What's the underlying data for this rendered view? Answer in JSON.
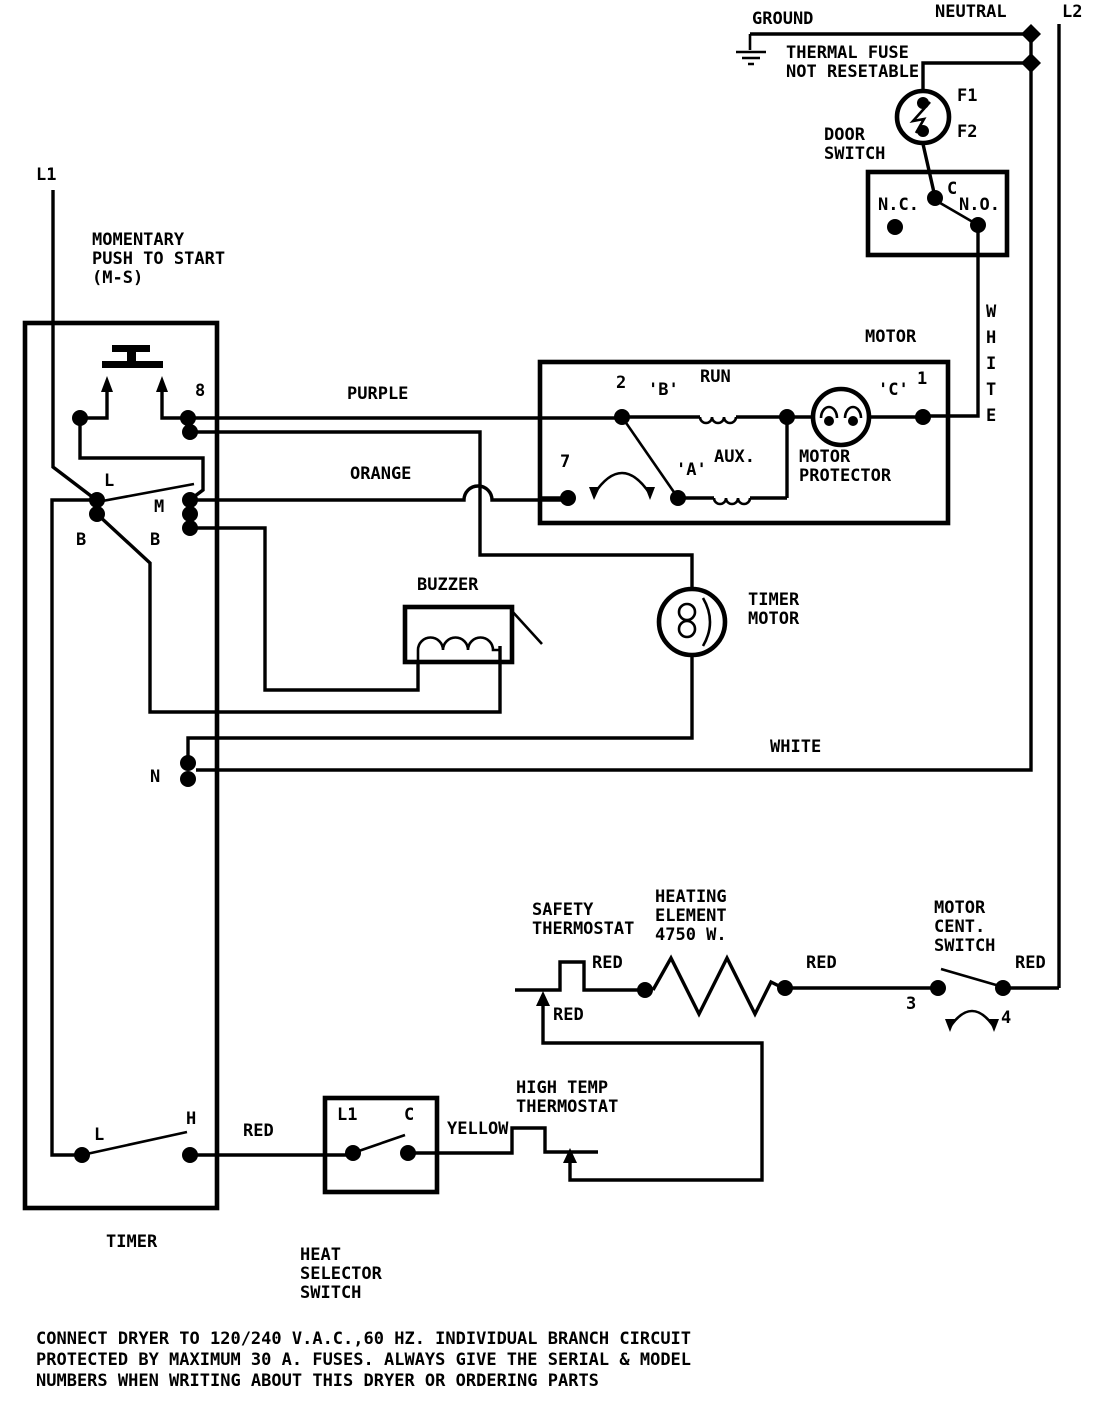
{
  "diagram": {
    "power": {
      "l1": "L1",
      "l2": "L2",
      "ground": "GROUND",
      "neutral": "NEUTRAL"
    },
    "thermal_fuse": {
      "title": "THERMAL FUSE\nNOT RESETABLE",
      "f1": "F1",
      "f2": "F2"
    },
    "door_switch": {
      "title": "DOOR\nSWITCH",
      "nc": "N.C.",
      "c": "C",
      "no": "N.O."
    },
    "motor": {
      "title": "MOTOR",
      "protector": "MOTOR\nPROTECTOR",
      "terminal_1": "1",
      "terminal_2": "2",
      "terminal_7": "7",
      "winding_a": "'A'",
      "winding_b": "'B'",
      "winding_c": "'C'",
      "run": "RUN",
      "aux": "AUX."
    },
    "start_switch": {
      "title": "MOMENTARY\nPUSH TO START\n(M-S)",
      "terminal_8": "8",
      "terminal_l": "L",
      "terminal_m": "M",
      "terminal_b_left": "B",
      "terminal_b_right": "B",
      "terminal_n": "N"
    },
    "buzzer": {
      "title": "BUZZER"
    },
    "timer_motor": {
      "title": "TIMER\nMOTOR"
    },
    "timer": {
      "title": "TIMER",
      "terminal_l": "L",
      "terminal_h": "H"
    },
    "heat_selector": {
      "title": "HEAT\nSELECTOR\nSWITCH",
      "terminal_l1": "L1",
      "terminal_c": "C"
    },
    "high_temp_thermostat": {
      "title": "HIGH TEMP\nTHERMOSTAT"
    },
    "safety_thermostat": {
      "title": "SAFETY\nTHERMOSTAT"
    },
    "heating_element": {
      "title": "HEATING\nELEMENT\n4750 W."
    },
    "motor_cent_switch": {
      "title": "MOTOR\nCENT.\nSWITCH",
      "terminal_3": "3",
      "terminal_4": "4"
    },
    "wires": {
      "purple": "PURPLE",
      "orange": "ORANGE",
      "white": "WHITE",
      "white_vertical": "W\nH\nI\nT\nE",
      "yellow": "YELLOW",
      "red_timer": "RED",
      "red_safety": "RED",
      "red_jumper": "RED",
      "red_element": "RED",
      "red_l2": "RED"
    },
    "note": "CONNECT DRYER TO 120/240 V.A.C.,60 HZ. INDIVIDUAL BRANCH CIRCUIT\nPROTECTED BY MAXIMUM 30 A. FUSES. ALWAYS GIVE THE SERIAL & MODEL\nNUMBERS WHEN WRITING ABOUT THIS DRYER OR ORDERING PARTS",
    "ink_color": "#000000",
    "paper_color": "#ffffff"
  }
}
